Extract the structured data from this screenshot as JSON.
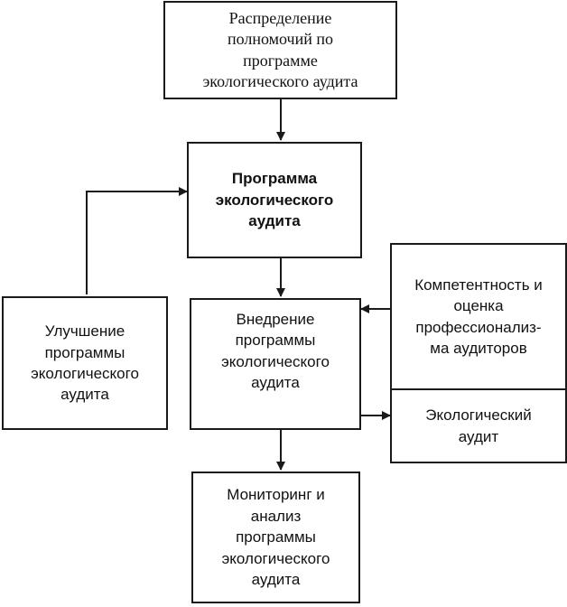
{
  "nodes": {
    "distribution": "Распределение\nполномочий по\nпрограмме\nэкологического аудита",
    "program": "Программа\nэкологического\nаудита",
    "improvement": "Улучшение\nпрограммы\nэкологического\nаудита",
    "implementation": "Внедрение\nпрограммы\nэкологического\nаудита",
    "competence": "Компетентность и\nоценка\nпрофессионализ-\nма аудиторов",
    "eco_audit": "Экологический\nаудит",
    "monitoring": "Мониторинг и\nанализ\nпрограммы\nэкологического\nаудита"
  }
}
